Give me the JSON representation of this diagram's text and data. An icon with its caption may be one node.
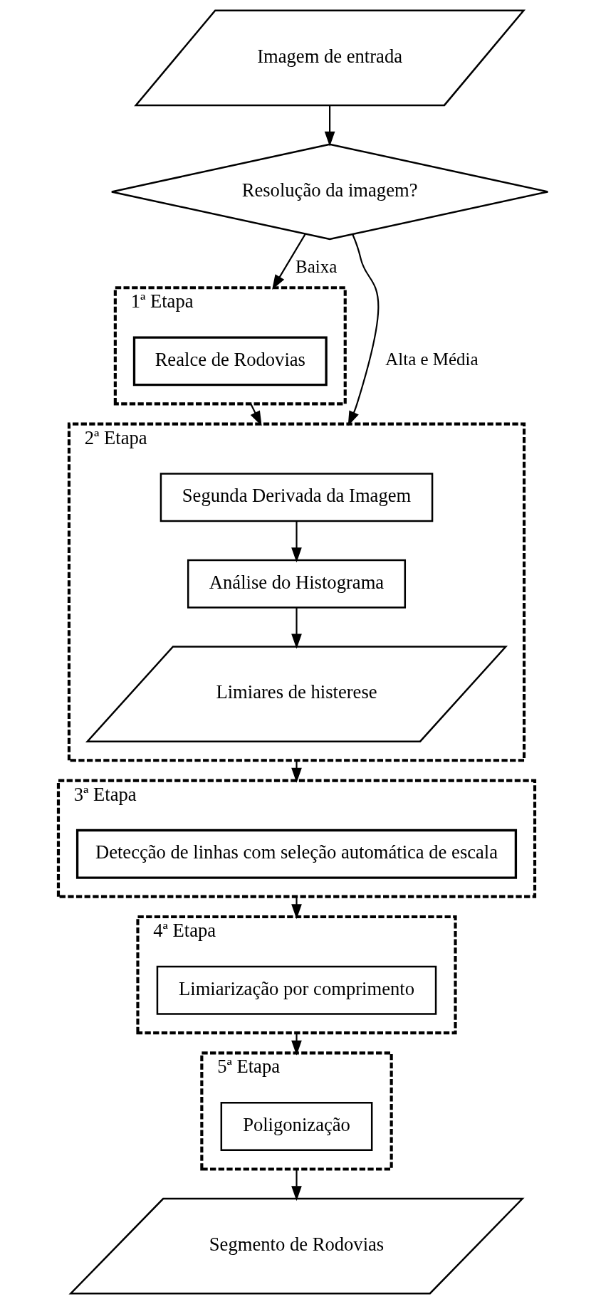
{
  "diagram": {
    "nodes": [
      {
        "text": [
          "Imagem de entrada"
        ]
      },
      {
        "text": [
          "Resolução da imagem?"
        ]
      },
      {
        "text": [
          "1ª Etapa"
        ]
      },
      {
        "text": [
          "Realce de Rodovias"
        ],
        "in": 2
      },
      {
        "text": [
          "2ª Etapa"
        ]
      },
      {
        "text": [
          "Segunda Derivada da Imagem"
        ],
        "in": 4
      },
      {
        "text": [
          "Análise do Histograma"
        ],
        "in": 4
      },
      {
        "text": [
          "Limiares de histerese"
        ],
        "in": 4
      },
      {
        "text": [
          "3ª Etapa"
        ]
      },
      {
        "text": [
          "Detecção de linhas com seleção automática de escala"
        ],
        "in": 8
      },
      {
        "text": [
          "4ª Etapa"
        ]
      },
      {
        "text": [
          "Limiarização por comprimento"
        ],
        "in": 10
      },
      {
        "text": [
          "5ª Etapa"
        ]
      },
      {
        "text": [
          "Poligonização"
        ],
        "in": 12
      },
      {
        "text": [
          "Segmento de Rodovias"
        ]
      }
    ],
    "edges": [
      {
        "from": 0,
        "to": 1,
        "arrow": "to"
      },
      {
        "from": 1,
        "to": 2,
        "arrow": "to",
        "label": "Baixa"
      },
      {
        "from": 1,
        "to": 4,
        "arrow": "to",
        "label": "Alta e Média"
      },
      {
        "from": 2,
        "to": 4,
        "arrow": "to"
      },
      {
        "from": 5,
        "to": 6,
        "arrow": "to"
      },
      {
        "from": 6,
        "to": 7,
        "arrow": "to"
      },
      {
        "from": 4,
        "to": 8,
        "arrow": "to"
      },
      {
        "from": 8,
        "to": 10,
        "arrow": "to"
      },
      {
        "from": 10,
        "to": 12,
        "arrow": "to"
      },
      {
        "from": 12,
        "to": 14,
        "arrow": "to"
      }
    ]
  }
}
